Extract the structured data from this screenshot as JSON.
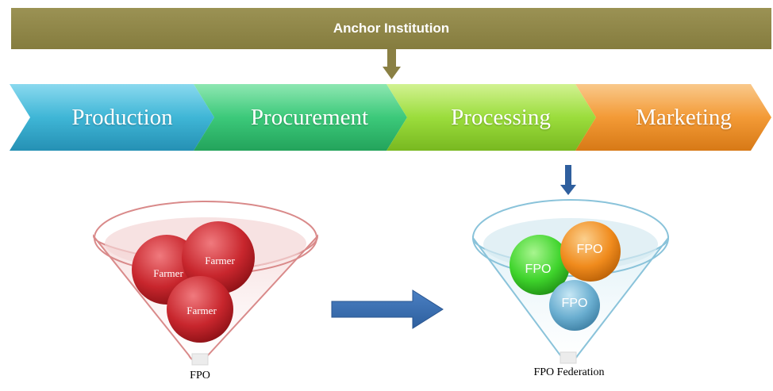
{
  "anchor": {
    "title": "Anchor Institution"
  },
  "chain": [
    {
      "label": "Production",
      "color": "#3fb6d6"
    },
    {
      "label": "Procurement",
      "color": "#3cc97a"
    },
    {
      "label": "Processing",
      "color": "#9bdd3c"
    },
    {
      "label": "Marketing",
      "color": "#f39a36"
    }
  ],
  "funnel_left": {
    "balls": [
      {
        "label": "Farmer"
      },
      {
        "label": "Farmer"
      },
      {
        "label": "Farmer"
      }
    ],
    "caption": "FPO"
  },
  "funnel_right": {
    "balls": [
      {
        "label": "FPO"
      },
      {
        "label": "FPO"
      },
      {
        "label": "FPO"
      }
    ],
    "caption": "FPO Federation"
  },
  "colors": {
    "anchor_bar": "#8f8749",
    "down_arrow": "#2f5f9e",
    "big_arrow": "#3a6fb3",
    "red_ball": "#c8262d",
    "green_ball": "#3fd42c",
    "orange_ball": "#f08b1d",
    "blue_ball": "#6aaed0"
  }
}
